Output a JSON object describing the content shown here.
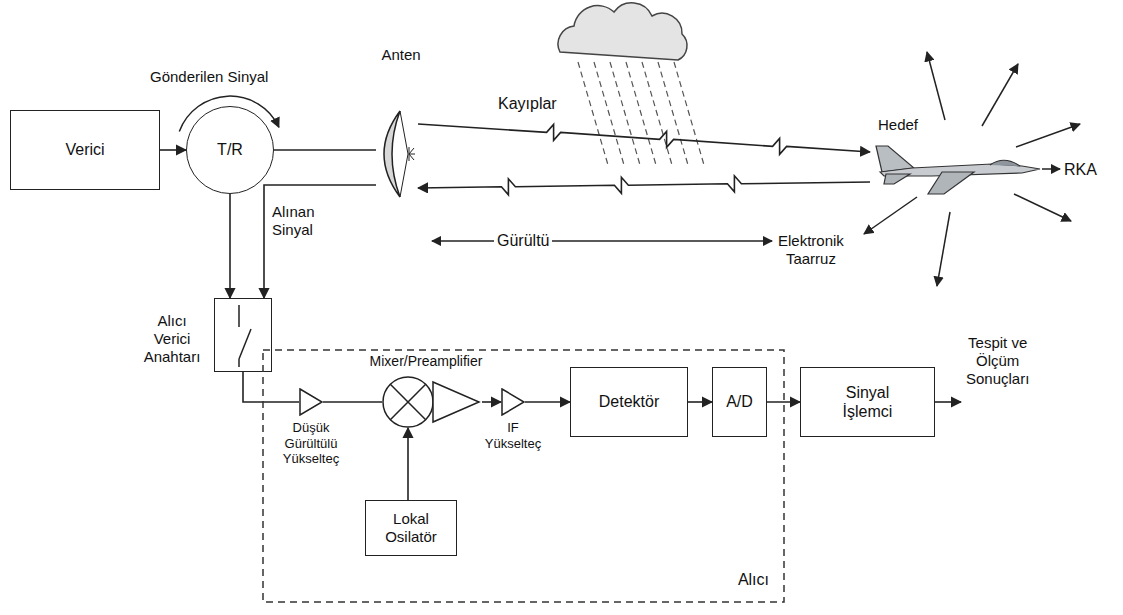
{
  "diagram": {
    "nodes": [
      {
        "text": [
          "Verici"
        ]
      },
      {
        "text": [
          "T/R"
        ]
      },
      {
        "text": [
          "Anten"
        ]
      },
      {
        "text": [
          "Hedef"
        ]
      },
      {
        "text": [
          "Alıcı Verici Anahtarı"
        ]
      },
      {
        "text": [
          "Alıcı"
        ]
      },
      {
        "text": [
          "Düşük Gürültülü Yükselteç"
        ],
        "in": 5
      },
      {
        "text": [
          "Mixer/Preamplifier"
        ],
        "in": 5
      },
      {
        "text": [
          "IF Yükselteç"
        ],
        "in": 5
      },
      {
        "text": [
          "Detektör"
        ],
        "in": 5
      },
      {
        "text": [
          "A/D"
        ],
        "in": 5
      },
      {
        "text": [
          "Lokal Osilatör"
        ],
        "in": 5
      },
      {
        "text": [
          "Sinyal İşlemci"
        ]
      }
    ],
    "edges": [
      {
        "from": 0,
        "to": 1,
        "arrow": "to"
      },
      {
        "from": 1,
        "to": 2,
        "arrow": "none"
      },
      {
        "from": 2,
        "to": 3,
        "arrow": "to"
      },
      {
        "from": 3,
        "to": 2,
        "arrow": "to"
      },
      {
        "from": 1,
        "to": 4,
        "arrow": "to"
      },
      {
        "from": 2,
        "to": 4,
        "arrow": "to"
      },
      {
        "from": 4,
        "to": 6,
        "arrow": "none"
      },
      {
        "from": 6,
        "to": 7,
        "arrow": "none"
      },
      {
        "from": 7,
        "to": 8,
        "arrow": "to"
      },
      {
        "from": 8,
        "to": 9,
        "arrow": "to"
      },
      {
        "from": 9,
        "to": 10,
        "arrow": "to"
      },
      {
        "from": 10,
        "to": 12,
        "arrow": "to"
      },
      {
        "from": 11,
        "to": 7,
        "arrow": "to"
      }
    ],
    "labels": [
      "Gönderilen Sinyal",
      "Kayıplar",
      "Alınan Sinyal",
      "Gürültü",
      "Elektronik Taarruz",
      "RKA",
      "Tespit ve Ölçüm Sonuçları"
    ]
  }
}
